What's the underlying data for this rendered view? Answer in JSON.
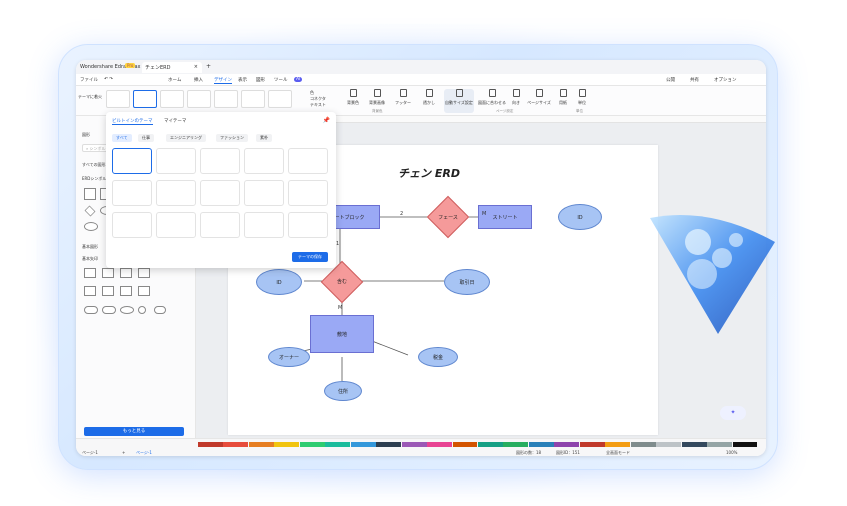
{
  "window": {
    "app_title": "Wondershare EdrawMax",
    "pro_badge": "Pro",
    "doc_tab": "チェンERD",
    "tab_close": "×",
    "new_tab": "+"
  },
  "menubar": {
    "file": "ファイル",
    "items": [
      "ホーム",
      "挿入",
      "デザイン",
      "表示",
      "図形",
      "ツール",
      "AI"
    ],
    "active_index": 2,
    "right": [
      "公開",
      "共有",
      "オプション"
    ]
  },
  "ribbon": {
    "left_label": "テーマに着火",
    "options": [
      "色",
      "コネクタ",
      "テキスト"
    ],
    "tools": [
      "背景色",
      "背景画像",
      "フッター",
      "透かし",
      "自動サイズ設定",
      "図面に合わせる",
      "向き",
      "ページサイズ",
      "用紙",
      "単位"
    ],
    "groups": [
      "背景色",
      "ページ設定",
      "単位"
    ]
  },
  "sidebar": {
    "library": "図形",
    "search_placeholder": "シンボル",
    "sections": [
      "すべての図形",
      "ERDシンボル",
      "基本図形",
      "基本矢印"
    ],
    "more_button": "もっと見る"
  },
  "popup": {
    "tabs": [
      "ビルトインのテーマ",
      "マイテーマ"
    ],
    "active_tab": 0,
    "categories": [
      "すべて",
      "仕事",
      "エンジニアリング",
      "ファッション",
      "素朴"
    ],
    "active_category": 0,
    "save_button": "テーマの保存"
  },
  "diagram": {
    "title": "チェン ERD",
    "entities": [
      "ストリートブロック",
      "ストリート",
      "敷地"
    ],
    "relations": [
      "フェース",
      "含む"
    ],
    "attributes": [
      "ID",
      "ID",
      "取引日",
      "オーナー",
      "税金",
      "住所"
    ],
    "cardinality": [
      "2",
      "M",
      "1",
      "M"
    ]
  },
  "statusbar": {
    "page": "ページ-1",
    "add_page": "+",
    "page_tab": "ページ-1",
    "shapes_count": "図形の数：18",
    "shape_id": "図形ID：151",
    "focus_mode": "全画面モード",
    "zoom": "100%"
  },
  "colors": {
    "accent": "#1d6ce8",
    "entity": "#9aa9f5",
    "attribute": "#a7c4f4",
    "relation": "#f59a9a"
  }
}
